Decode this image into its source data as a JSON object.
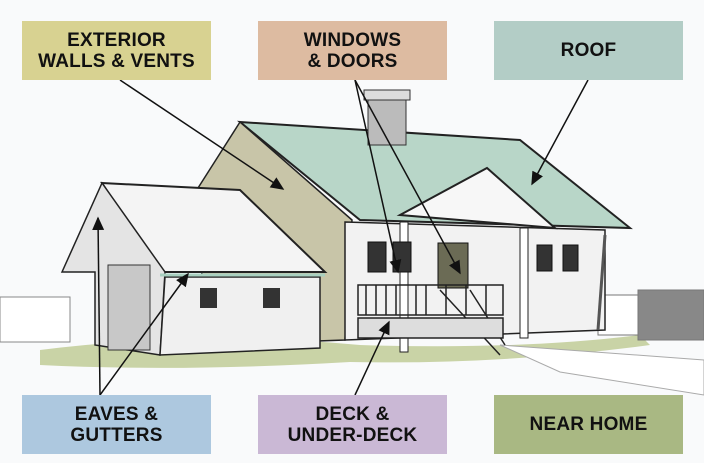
{
  "labels": {
    "exterior": {
      "text": "EXTERIOR\nWALLS & VENTS",
      "color": "#d8d291"
    },
    "windows": {
      "text": "WINDOWS\n& DOORS",
      "color": "#ddbba1"
    },
    "roof": {
      "text": "ROOF",
      "color": "#b3cdc6"
    },
    "eaves": {
      "text": "EAVES &\nGUTTERS",
      "color": "#adc8df"
    },
    "deck": {
      "text": "DECK &\nUNDER-DECK",
      "color": "#cab8d5"
    },
    "near_home": {
      "text": "NEAR HOME",
      "color": "#a9b883"
    }
  },
  "colors": {
    "roof": "#b8d6c8",
    "wall": "#f2f2f2",
    "lawn": "#c9d3a6",
    "outline": "#222222"
  }
}
